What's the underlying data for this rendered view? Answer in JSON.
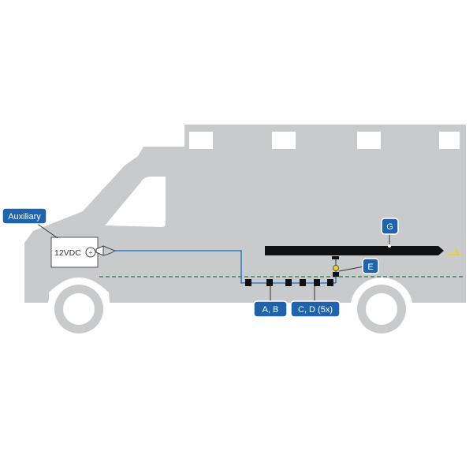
{
  "diagram": {
    "callouts": {
      "auxiliary": "Auxiliary",
      "ab": "A, B",
      "cd": "C, D (5x)",
      "e": "E",
      "g": "G"
    },
    "battery_label": "12VDC",
    "colors": {
      "vehicle_body": "#c9cacc",
      "callout_fill": "#1f63ad",
      "wire": "#2b80c6",
      "rail": "#111111",
      "ground_line": "#2e6e4c",
      "lamp_accent": "#e8d21f"
    }
  }
}
